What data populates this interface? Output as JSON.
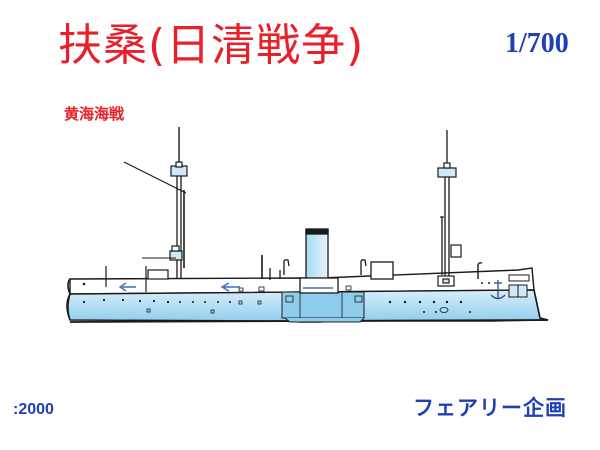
{
  "label": {
    "title": "扶桑(日清戦争)",
    "subtitle": "黄海海戦",
    "scale": "1/700",
    "ratio": ":2000",
    "maker": "フェアリー企画"
  },
  "colors": {
    "title_red": "#e8202a",
    "text_blue": "#1f3fb8",
    "hull_wash": "#7cc3ea",
    "line": "#1a1a1a"
  },
  "illustration": {
    "subject": "ship-side-profile",
    "elements": [
      "foremast",
      "mainmast",
      "funnel",
      "hull",
      "portholes",
      "anchor",
      "bow-ram",
      "boats",
      "ventilators"
    ]
  }
}
